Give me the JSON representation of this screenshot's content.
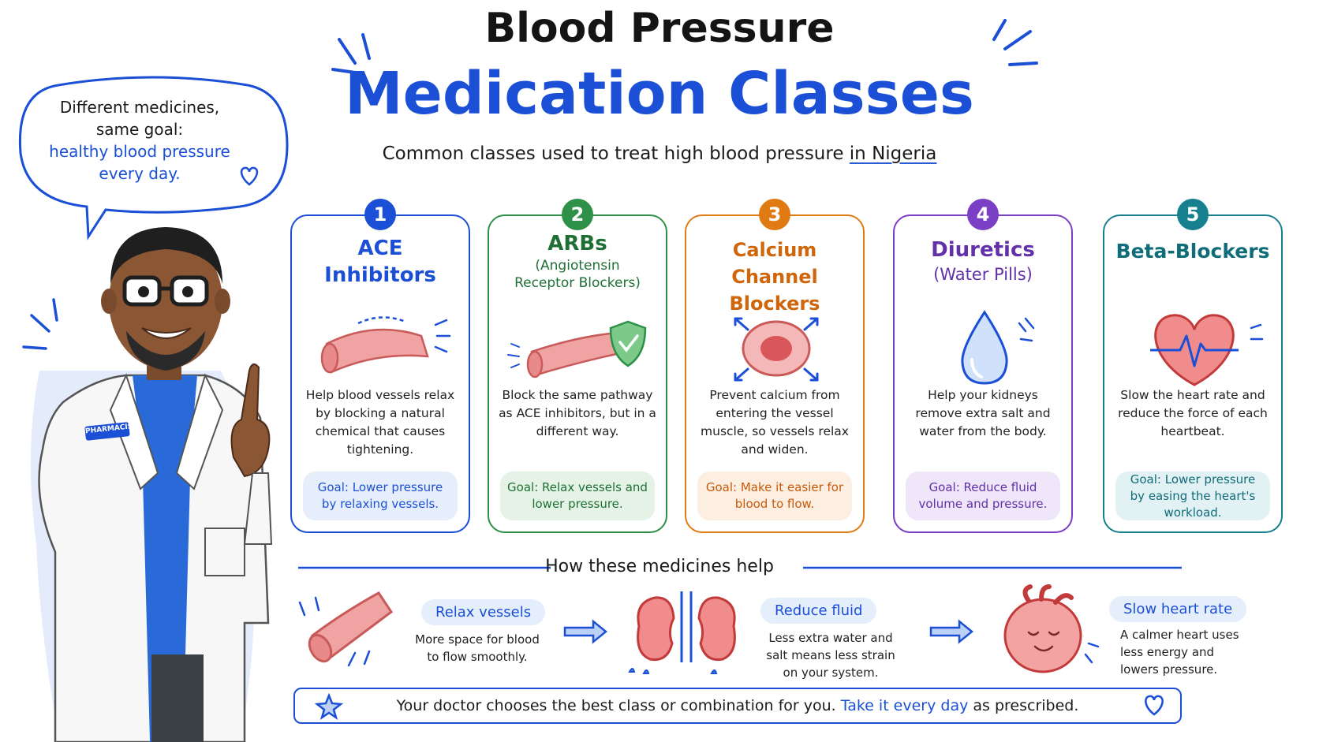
{
  "header": {
    "title_line1": "Blood Pressure",
    "title_line2": "Medication Classes",
    "subtitle_main": "Common classes used to treat high blood pressure",
    "subtitle_place": "in Nigeria"
  },
  "speech_bubble": {
    "line1": "Different medicines,",
    "line2": "same goal:",
    "line3": "healthy blood pressure",
    "line4": "every day."
  },
  "pharmacist": {
    "badge": "PHARMACIST"
  },
  "cards": [
    {
      "number": "1",
      "title": "ACE Inhibitors",
      "subtitle": "",
      "color": "#1b4fd6",
      "icon": "blood-vessel-relax-icon",
      "description": "Help blood vessels relax by blocking a natural chemical that causes tightening.",
      "goal": "Goal: Lower pressure by relaxing vessels."
    },
    {
      "number": "2",
      "title": "ARBs",
      "subtitle": "(Angiotensin Receptor Blockers)",
      "color": "#2e9147",
      "icon": "vessel-shield-icon",
      "description": "Block the same pathway as ACE inhibitors, but in a different way.",
      "goal": "Goal: Relax vessels and lower pressure."
    },
    {
      "number": "3",
      "title": "Calcium Channel Blockers",
      "subtitle": "",
      "color": "#e07b14",
      "icon": "vessel-widening-icon",
      "description": "Prevent calcium from entering the vessel muscle, so vessels relax and widen.",
      "goal": "Goal: Make it easier for blood to flow."
    },
    {
      "number": "4",
      "title": "Diuretics",
      "subtitle": "(Water Pills)",
      "color": "#7a3fc4",
      "icon": "water-drop-icon",
      "description": "Help your kidneys remove extra salt and water from the body.",
      "goal": "Goal: Reduce fluid volume and pressure."
    },
    {
      "number": "5",
      "title": "Beta-Blockers",
      "subtitle": "",
      "color": "#17808f",
      "icon": "heart-rate-icon",
      "description": "Slow the heart rate and reduce the force of each heartbeat.",
      "goal": "Goal: Lower pressure by easing the heart's workload."
    }
  ],
  "how_section": {
    "title": "How these medicines help",
    "items": [
      {
        "label": "Relax vessels",
        "description": "More space for blood to flow smoothly.",
        "icon": "vessel-icon"
      },
      {
        "label": "Reduce fluid",
        "description": "Less extra water and salt means less strain on your system.",
        "icon": "kidneys-icon"
      },
      {
        "label": "Slow heart rate",
        "description": "A calmer heart uses less energy and lowers pressure.",
        "icon": "calm-heart-icon"
      }
    ]
  },
  "footer": {
    "text_main": "Your doctor chooses the best class or combination for you.",
    "text_highlight": "Take it every day",
    "text_end": "as prescribed."
  },
  "colors": {
    "primary_blue": "#1b4fd6",
    "green": "#2e9147",
    "orange": "#e07b14",
    "purple": "#7a3fc4",
    "teal": "#17808f",
    "vessel_pink": "#e88a8a"
  }
}
